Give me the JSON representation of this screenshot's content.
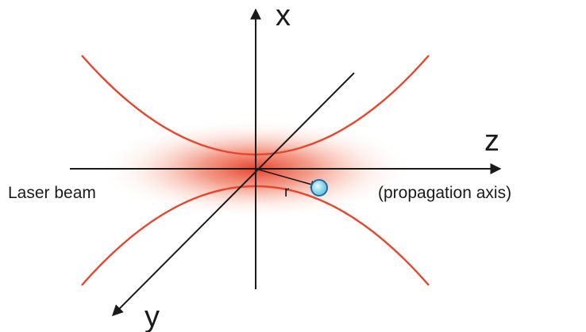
{
  "labels": {
    "x_axis": "x",
    "y_axis": "y",
    "z_axis": "z",
    "beam": "Laser beam",
    "propagation": "(propagation axis)",
    "radius": "r"
  },
  "colors": {
    "beam_core": "#e8381f",
    "beam_edge": "#e85a3c",
    "axis": "#1a1a1a",
    "particle_fill": "#7fd3e8",
    "particle_stroke": "#1b6fa8"
  }
}
